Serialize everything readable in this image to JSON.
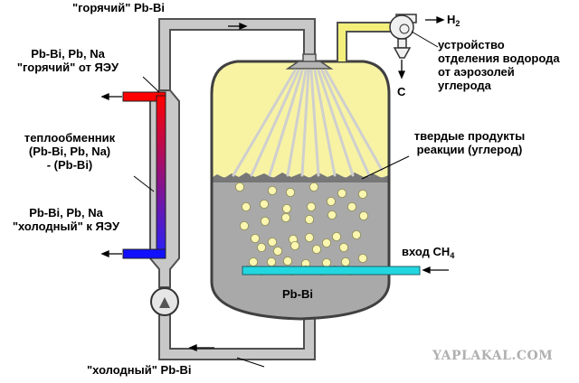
{
  "labels": {
    "hot_pbbi_top": "\"горячий\" Pb-Bi",
    "hot_from_reactor_line1": "Pb-Bi, Pb, Na",
    "hot_from_reactor_line2": "\"горячий\" от ЯЭУ",
    "heat_exchanger_line1": "теплообменник",
    "heat_exchanger_line2": "(Pb-Bi, Pb, Na)",
    "heat_exchanger_line3": "- (Pb-Bi)",
    "cold_to_reactor_line1": "Pb-Bi, Pb, Na",
    "cold_to_reactor_line2": "\"холодный\" к ЯЭУ",
    "cold_pbbi_bottom": "\"холодный\" Pb-Bi",
    "h2_symbol": "H",
    "h2_subscript": "2",
    "carbon_symbol": "C",
    "separator_line1": "устройство",
    "separator_line2": "отделения водорода",
    "separator_line3": "от аэрозолей",
    "separator_line4": "углерода",
    "solid_products_line1": "твердые продукты",
    "solid_products_line2": "реакции (углерод)",
    "methane_inlet": "вход CH",
    "methane_subscript": "4",
    "vessel_content": "Pb-Bi",
    "watermark": "YAPLAKAL.COM"
  },
  "colors": {
    "pipe_fill": "#c8c8c8",
    "pipe_stroke": "#505050",
    "gas_zone": "#f7f3a3",
    "liquid_zone": "#a9a9a9",
    "bubbles": "#fbf6b0",
    "hot_leg": "#ff0000",
    "cold_leg": "#1111ff",
    "methane_pipe": "#22d7e0",
    "hydrogen_duct": "#f3ef7a"
  },
  "icons": [
    "pump-icon",
    "hydrogen-separator-icon",
    "nozzle-icon",
    "arrow-icon"
  ]
}
